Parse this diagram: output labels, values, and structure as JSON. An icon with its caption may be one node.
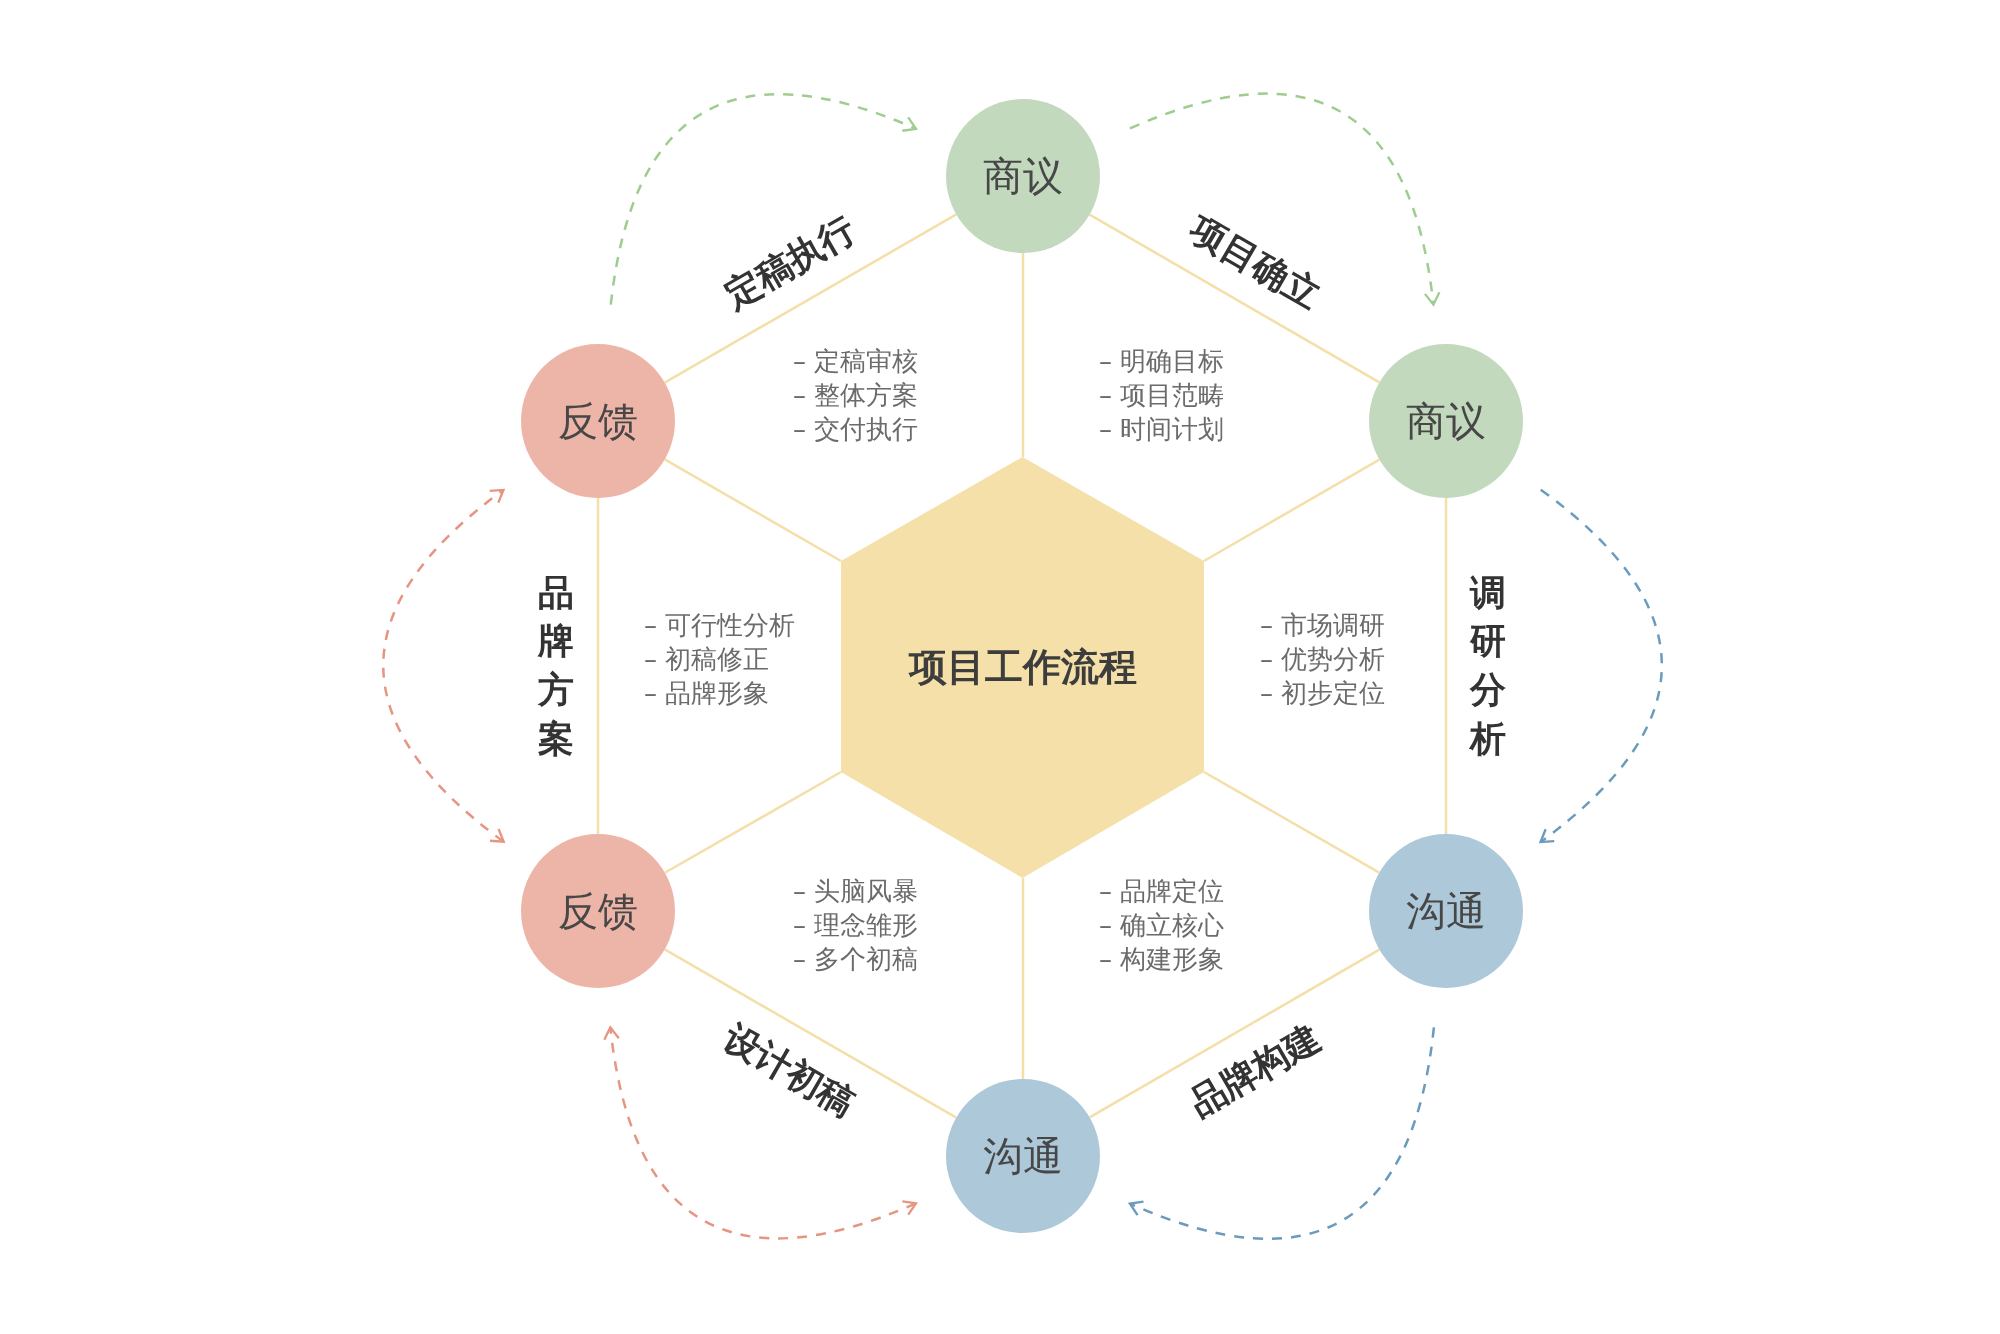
{
  "diagram": {
    "nodes": [
      {
        "text": [
          "项目工作流程"
        ]
      },
      {
        "text": [
          "商议"
        ]
      },
      {
        "text": [
          "商议"
        ]
      },
      {
        "text": [
          "沟通"
        ]
      },
      {
        "text": [
          "沟通"
        ]
      },
      {
        "text": [
          "反馈"
        ]
      },
      {
        "text": [
          "反馈"
        ]
      }
    ],
    "edges": [
      {
        "from": 1,
        "to": 2,
        "arrow": "none",
        "label": "项目确立"
      },
      {
        "from": 2,
        "to": 3,
        "arrow": "none",
        "label": "调研分析"
      },
      {
        "from": 3,
        "to": 4,
        "arrow": "none",
        "label": "品牌构建"
      },
      {
        "from": 4,
        "to": 5,
        "arrow": "none",
        "label": "设计初稿"
      },
      {
        "from": 5,
        "to": 6,
        "arrow": "none",
        "label": "品牌方案"
      },
      {
        "from": 6,
        "to": 1,
        "arrow": "none",
        "label": "定稿执行"
      },
      {
        "from": 1,
        "to": 0,
        "arrow": "none"
      },
      {
        "from": 2,
        "to": 0,
        "arrow": "none"
      },
      {
        "from": 3,
        "to": 0,
        "arrow": "none"
      },
      {
        "from": 4,
        "to": 0,
        "arrow": "none"
      },
      {
        "from": 5,
        "to": 0,
        "arrow": "none"
      },
      {
        "from": 6,
        "to": 0,
        "arrow": "none"
      },
      {
        "from": 6,
        "to": 1,
        "arrow": "to",
        "style": "dashed",
        "color": "#9fcd8f"
      },
      {
        "from": 1,
        "to": 2,
        "arrow": "to",
        "style": "dashed",
        "color": "#9fcd8f"
      },
      {
        "from": 2,
        "to": 3,
        "arrow": "to",
        "style": "dashed",
        "color": "#6a9bbd"
      },
      {
        "from": 3,
        "to": 4,
        "arrow": "to",
        "style": "dashed",
        "color": "#6a9bbd"
      },
      {
        "from": 4,
        "to": 5,
        "arrow": "both",
        "style": "dashed",
        "color": "#e69580"
      },
      {
        "from": 5,
        "to": 6,
        "arrow": "both",
        "style": "dashed",
        "color": "#e69580"
      }
    ],
    "labels": [
      "– 定稿审核",
      "– 整体方案",
      "– 交付执行",
      "– 明确目标",
      "– 项目范畴",
      "– 时间计划",
      "– 可行性分析",
      "– 初稿修正",
      "– 品牌形象",
      "– 市场调研",
      "– 优势分析",
      "– 初步定位",
      "– 头脑风暴",
      "– 理念雏形",
      "– 多个初稿",
      "– 品牌定位",
      "– 确立核心",
      "– 构建形象"
    ]
  }
}
